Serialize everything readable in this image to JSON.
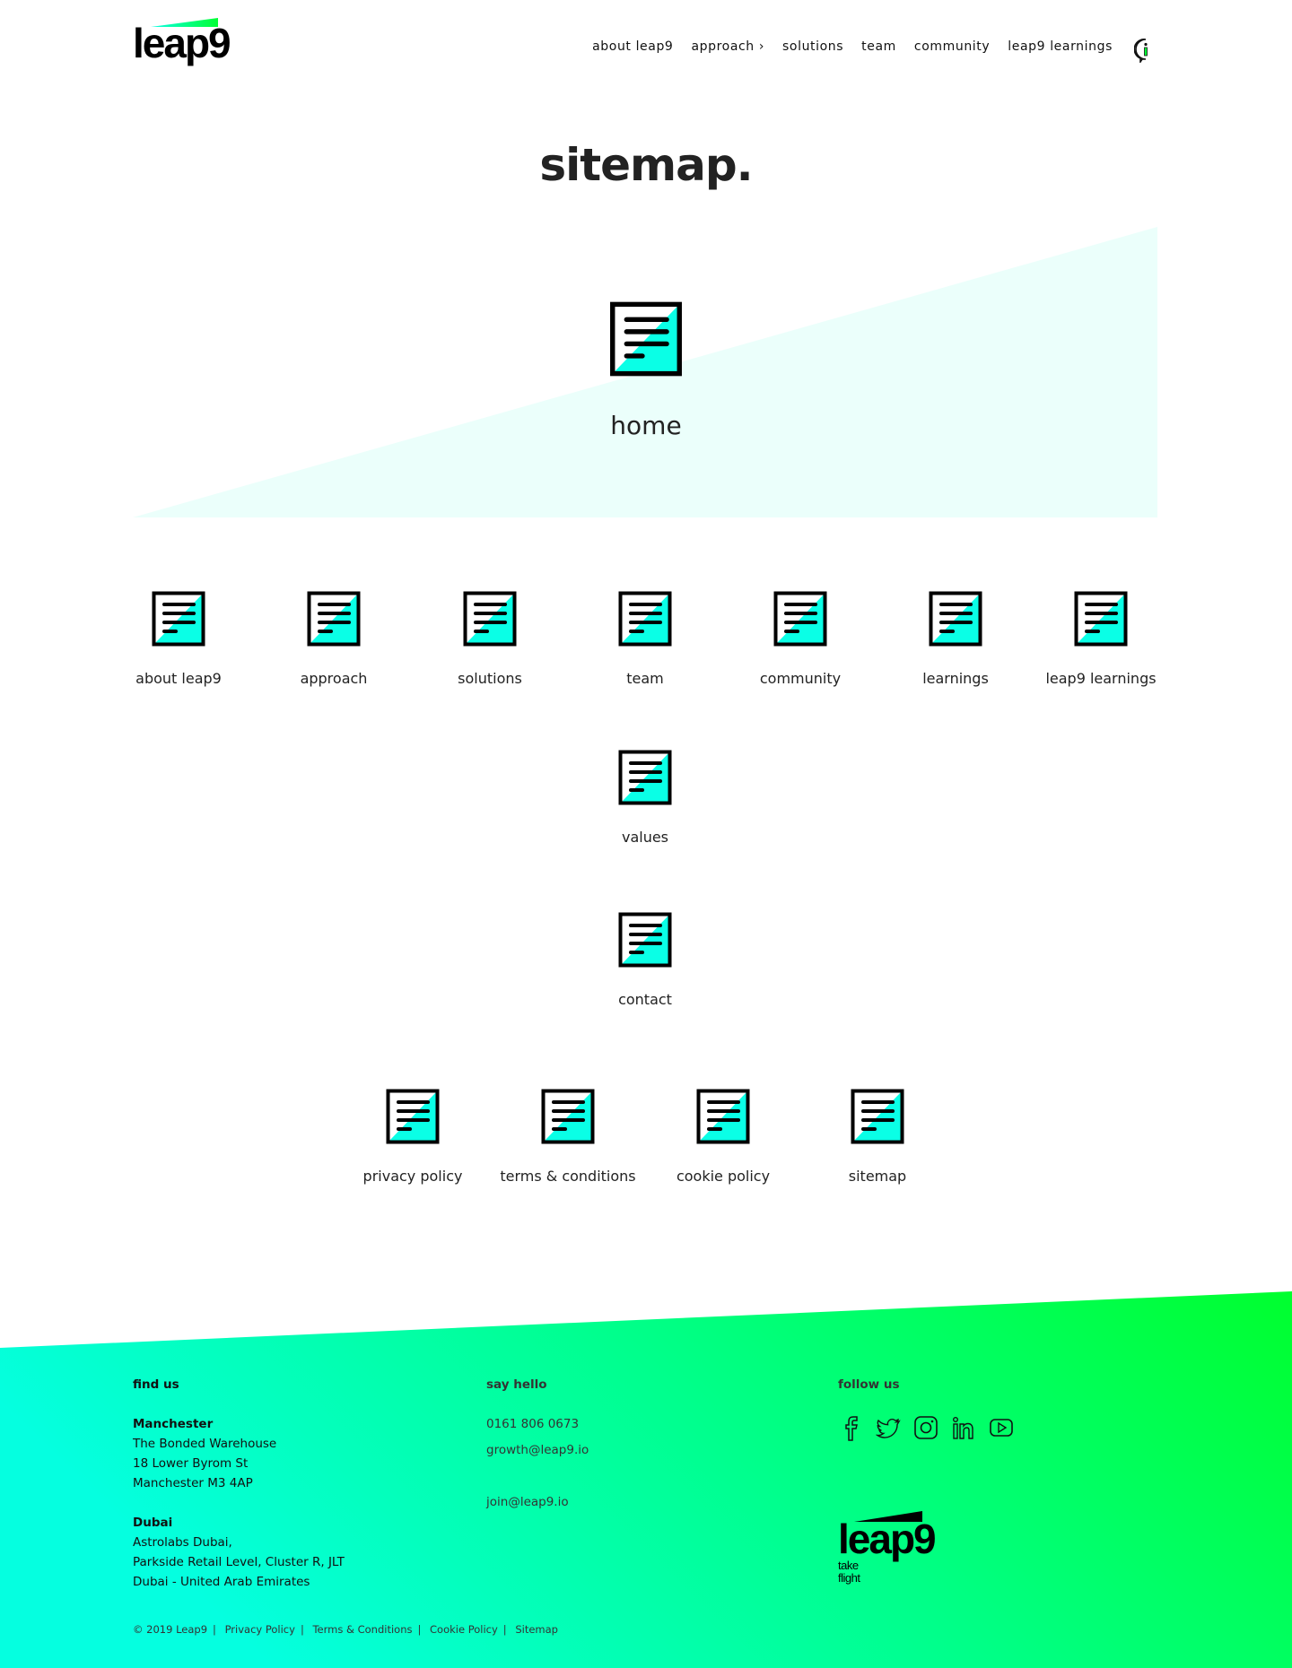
{
  "header": {
    "logo_text": "leap9",
    "nav": [
      "about leap9",
      "approach ›",
      "solutions",
      "team",
      "community",
      "leap9 learnings"
    ]
  },
  "title": "sitemap.",
  "home": "home",
  "row1": [
    "about leap9",
    "approach",
    "solutions",
    "team",
    "community",
    "learnings",
    "leap9 learnings"
  ],
  "values": "values",
  "contact": "contact",
  "row3": [
    "privacy policy",
    "terms & conditions",
    "cookie policy",
    "sitemap"
  ],
  "footer": {
    "find_us": "find us",
    "manchester": {
      "title": "Manchester",
      "lines": [
        "The Bonded Warehouse",
        "18 Lower Byrom St",
        "Manchester M3 4AP"
      ]
    },
    "dubai": {
      "title": "Dubai",
      "lines": [
        "Astrolabs Dubai,",
        "Parkside Retail Level, Cluster R, JLT",
        "Dubai - United Arab Emirates"
      ]
    },
    "say_hello": "say hello",
    "phone": "0161 806 0673",
    "email_growth": "growth@leap9.io",
    "email_join": "join@leap9.io",
    "follow_us": "follow us",
    "social": [
      "facebook",
      "twitter",
      "instagram",
      "linkedin",
      "youtube"
    ],
    "tagline": "take flight",
    "copyright": "© 2019 Leap9",
    "links": [
      "Privacy Policy",
      "Terms & Conditions",
      "Cookie Policy",
      "Sitemap"
    ]
  },
  "colors": {
    "cyan": "#0affe6",
    "green": "#00ff33",
    "tint": "#ebfffb"
  }
}
